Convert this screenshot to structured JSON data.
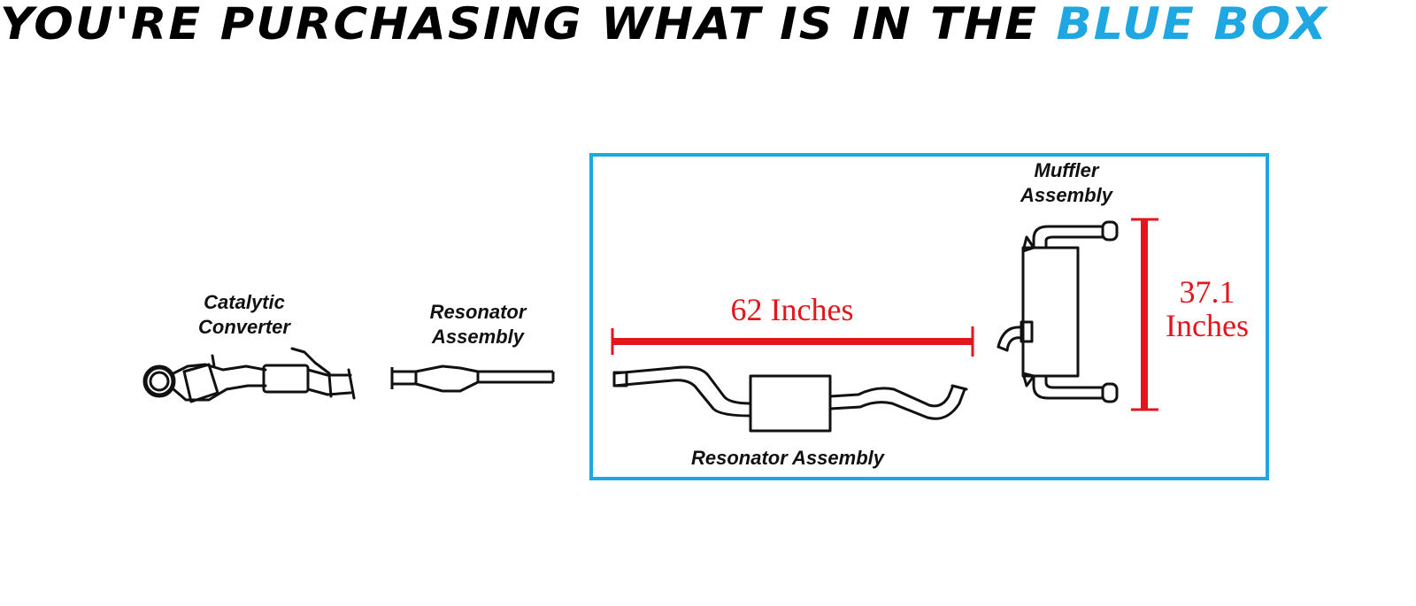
{
  "headline": {
    "prefix": "YOU'RE PURCHASING WHAT IS IN THE",
    "highlight": "BLUE BOX"
  },
  "parts": {
    "catalytic_converter": {
      "line1": "Catalytic",
      "line2": "Converter"
    },
    "front_resonator": {
      "line1": "Resonator",
      "line2": "Assembly"
    },
    "rear_resonator": {
      "label": "Resonator Assembly"
    },
    "muffler": {
      "line1": "Muffler",
      "line2": "Assembly"
    }
  },
  "dimensions": {
    "length": "62 Inches",
    "height_value": "37.1",
    "height_unit": "Inches"
  },
  "colors": {
    "highlight_blue": "#1ea7e1",
    "dimension_red": "#e2161c",
    "outline": "#111111"
  }
}
